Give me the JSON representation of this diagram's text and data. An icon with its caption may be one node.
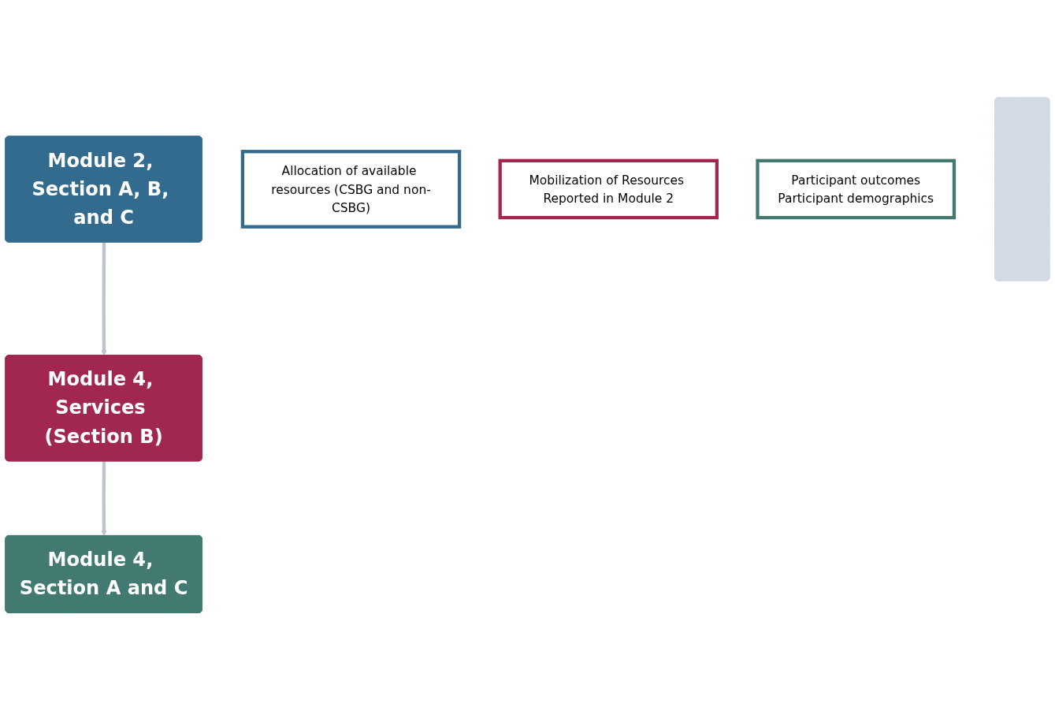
{
  "diagram": {
    "nodes": [
      {
        "text": [
          "Module 2, Section A, B, and C"
        ]
      },
      {
        "text": [
          "Allocation of available resources (CSBG and non-CSBG)"
        ]
      },
      {
        "text": [
          "Module 4, Services (Section B)"
        ]
      },
      {
        "text": [
          "Mobilization of Resources Reported in Module 2"
        ]
      },
      {
        "text": [
          "Module 4, Section A and C"
        ]
      },
      {
        "text": [
          "Participant outcomes",
          "Participant demographics"
        ]
      },
      {
        "text": [],
        "shape": "box"
      }
    ],
    "edges": [
      {
        "from": 0,
        "to": 2,
        "arrow": "to"
      },
      {
        "from": 2,
        "to": 4,
        "arrow": "to"
      }
    ]
  }
}
